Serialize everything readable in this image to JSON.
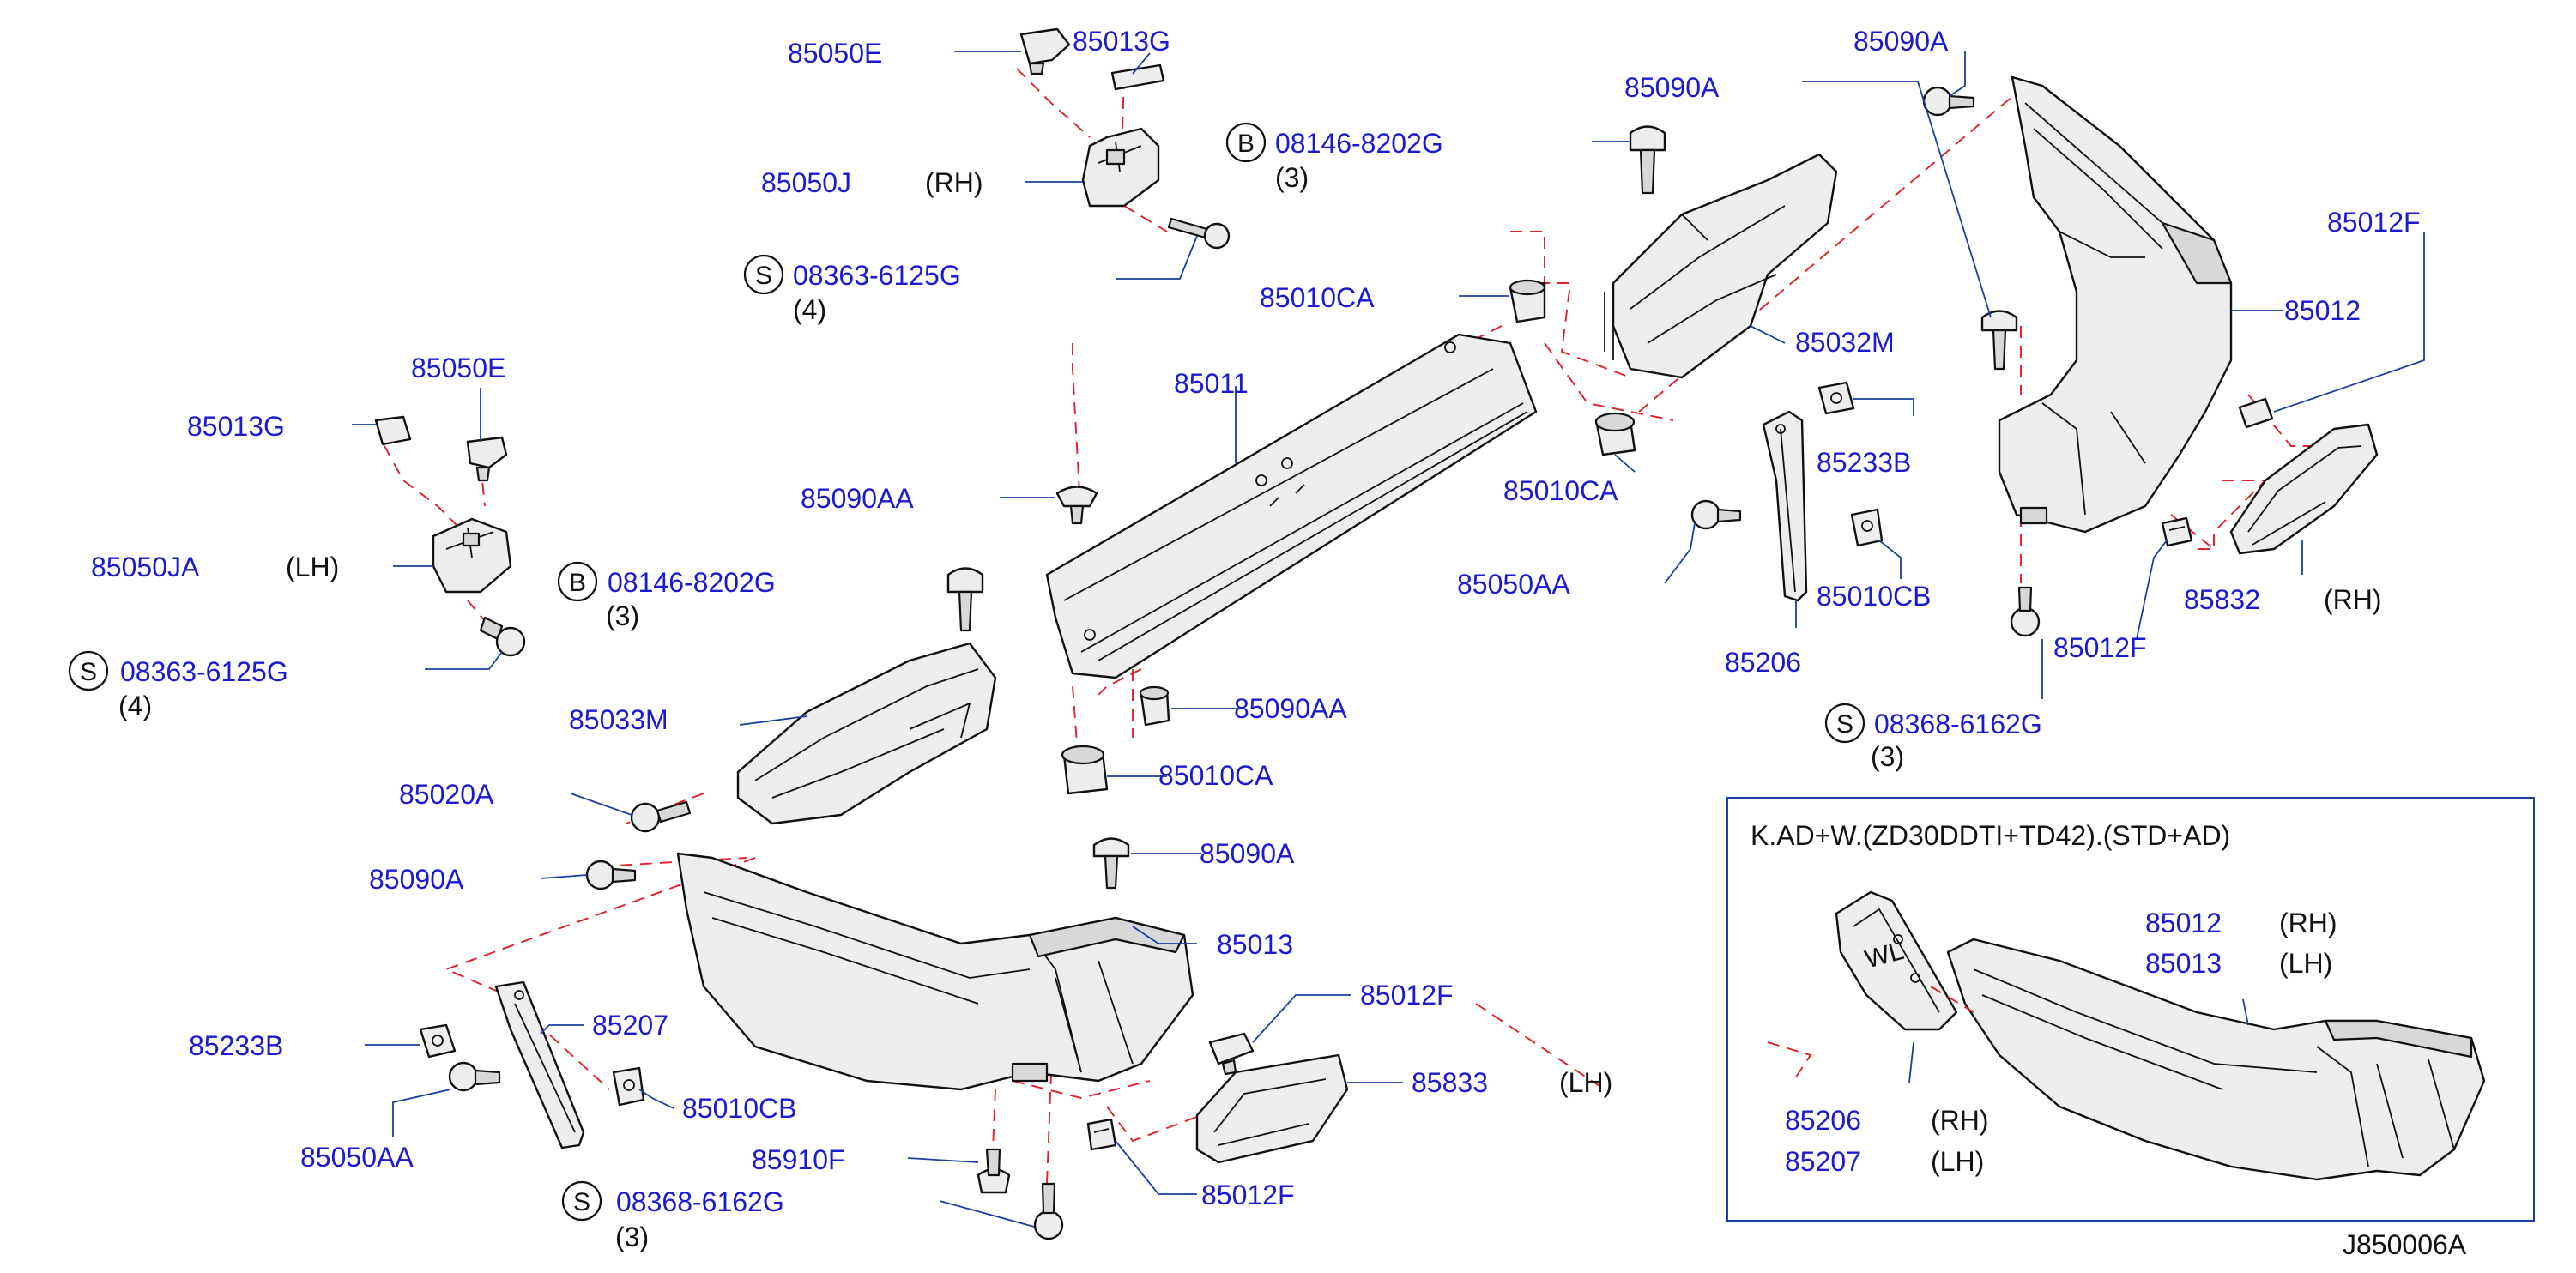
{
  "drawing_id": "J850006A",
  "callouts": {
    "p85050E_top": "85050E",
    "p85013G_top": "85013G",
    "p85050J": "85050J",
    "q85050J": "(RH)",
    "b08146_top": "08146-8202G",
    "q08146_top": "(3)",
    "s08363_top": "08363-6125G",
    "q08363_top": "(4)",
    "p85090A_mid": "85090A",
    "p85090A_topright": "85090A",
    "p85012F_right": "85012F",
    "p85012": "85012",
    "p85010CA_a": "85010CA",
    "p85032M": "85032M",
    "p85011": "85011",
    "p85050E_left": "85050E",
    "p85013G_left": "85013G",
    "p85233B_right": "85233B",
    "p85010CA_b": "85010CA",
    "p85090AA_a": "85090AA",
    "p85050JA": "85050JA",
    "q85050JA": "(LH)",
    "b08146_left": "08146-8202G",
    "q08146_left": "(3)",
    "p85050AA_right": "85050AA",
    "p85010CB_right": "85010CB",
    "p85832": "85832",
    "q85832": "(RH)",
    "s08363_left": "08363-6125G",
    "q08363_left": "(4)",
    "p85206": "85206",
    "p85012F_lowerright": "85012F",
    "p85090AA_b": "85090AA",
    "p85033M": "85033M",
    "s08368_right": "08368-6162G",
    "q08368_right": "(3)",
    "p85010CA_c": "85010CA",
    "p85020A": "85020A",
    "p85090A_lower": "85090A",
    "p85090A_left": "85090A",
    "p85013": "85013",
    "p85012F_mid": "85012F",
    "p85207": "85207",
    "p85233B_left": "85233B",
    "p85833": "85833",
    "q85833": "(LH)",
    "p85010CB_left": "85010CB",
    "p85910F": "85910F",
    "p85050AA_left": "85050AA",
    "p85012F_bottom": "85012F",
    "s08368_bottom": "08368-6162G",
    "q08368_bottom": "(3)"
  },
  "symbols": {
    "bolt_b": "B",
    "screw_s": "S",
    "wl_mark": "WL"
  },
  "inset": {
    "title": "K.AD+W.(ZD30DDTI+TD42).(STD+AD)",
    "p85012": "85012",
    "q85012": "(RH)",
    "p85013": "85013",
    "q85013": "(LH)",
    "p85206": "85206",
    "q85206": "(RH)",
    "p85207": "85207",
    "q85207": "(LH)"
  }
}
